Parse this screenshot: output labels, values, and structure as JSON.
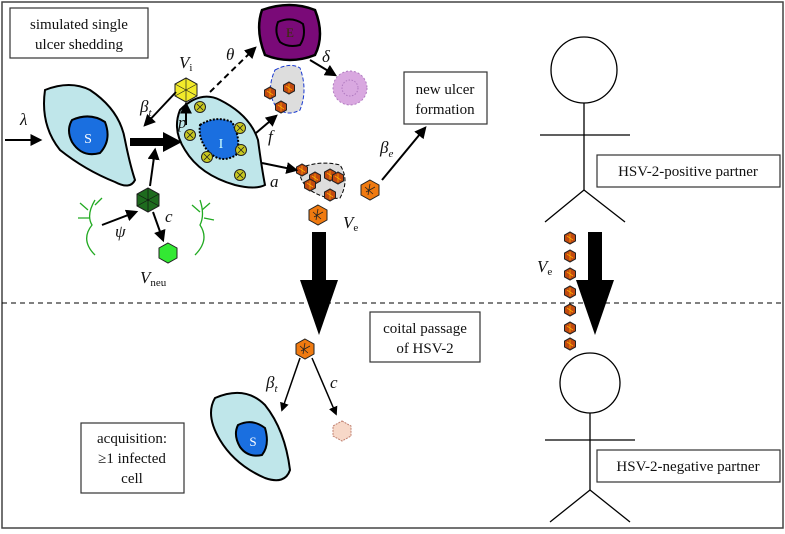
{
  "boxes": {
    "simulated": [
      "simulated single",
      "ulcer shedding"
    ],
    "new_ulcer": [
      "new ulcer",
      "formation"
    ],
    "positive": "HSV-2-positive partner",
    "negative": "HSV-2-negative partner",
    "coital": [
      "coital passage",
      "of HSV-2"
    ],
    "acquisition": [
      "acquisition:",
      "≥1 infected",
      "cell"
    ]
  },
  "cells": {
    "susceptible": "S",
    "infected": "I",
    "effector": "E",
    "acquired": "S"
  },
  "params": {
    "lambda": "λ",
    "beta": "β",
    "beta_t_sub": "t",
    "beta_e_sub": "e",
    "theta": "θ",
    "delta": "δ",
    "p": "p",
    "f": "f",
    "a": "a",
    "psi": "ψ",
    "c": "c",
    "V": "V",
    "V_i_sub": "i",
    "V_e_sub": "e",
    "V_neu_sub": "neu"
  },
  "colors": {
    "cell_fill": "#bfe6ea",
    "nucleus": "#1a6fe0",
    "effector": "#7a0a78",
    "virus_yellow": "#f2ea2a",
    "virus_orange": "#f07a10",
    "virus_darkgreen": "#1e6b1e",
    "virus_green": "#33e833",
    "neuron": "#22aa22"
  }
}
